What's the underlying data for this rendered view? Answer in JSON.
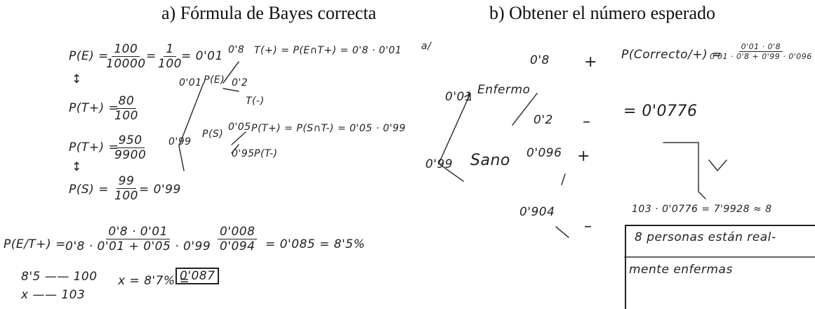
{
  "headings": {
    "a": "a) Fórmula de Bayes correcta",
    "b": "b) Obtener el número esperado"
  },
  "panel_a": {
    "pe_lhs": "P(E) =",
    "pe_num1": "100",
    "pe_den1": "10000",
    "pe_eq": "=",
    "pe_num2": "1",
    "pe_den2": "100",
    "pe_val": "= 0'01",
    "arrow1": "↕",
    "ptp_lhs": "P(T+) =",
    "ptp_num": "80",
    "ptp_den": "100",
    "ptm_lhs": "P(T+) =",
    "ptm_num": "950",
    "ptm_den": "9900",
    "arrow2": "↕",
    "ps_lhs": "P(S) =",
    "ps_num": "99",
    "ps_den": "100",
    "ps_val": "= 0'99",
    "tree_08": "0'8",
    "tree_te": "T(+) = P(E∩T+) = 0'8 · 0'01",
    "tree_001": "0'01",
    "tree_pe": "P(E)",
    "tree_02": "0'2",
    "tree_tminus": "T(-)",
    "tree_099": "0'99",
    "tree_ps": "P(S)",
    "tree_005": "0'05",
    "tree_ts": "P(T+) = P(S∩T-) = 0'05 · 0'99",
    "tree_095": "0'95",
    "tree_ptm": "P(T-)",
    "bayes_lhs": "P(E/T+) =",
    "bayes_num": "0'8 · 0'01",
    "bayes_den": "0'8 · 0'01 + 0'05 · 0'99",
    "bayes_num2": "0'008",
    "bayes_den2": "0'094",
    "bayes_res": "= 0'085 = 8'5%",
    "prop1": "8'5 —— 100",
    "prop2": "x —— 103",
    "prop_x": "x = 8'7% =",
    "prop_box": "0'087"
  },
  "panel_b": {
    "label_a": "a/",
    "b_001": "0'01",
    "b_enfermo": "Enfermo",
    "b_08": "0'8",
    "b_plus1": "+",
    "b_pcorrecto": "P(Correcto/+) =",
    "b_frac_num": "0'01 · 0'8",
    "b_frac_den": "0'01 · 0'8 + 0'99 · 0'096",
    "b_02": "0'2",
    "b_minus1": "–",
    "b_result": "= 0'0776",
    "b_099": "0'99",
    "b_sano": "Sano",
    "b_0096": "0'096",
    "b_plus2": "+",
    "b_0904": "0'904",
    "b_minus2": "–",
    "b_calc": "103 · 0'0776 = 7'9928 ≈ 8",
    "b_concl1": "8 personas están real-",
    "b_concl2": "mente enfermas"
  }
}
